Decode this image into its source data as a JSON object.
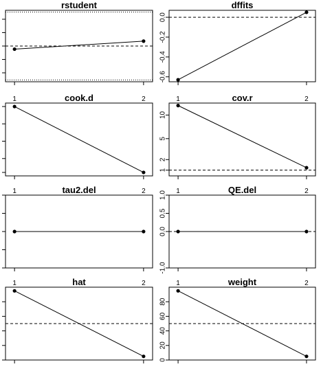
{
  "chart_data": [
    {
      "type": "line",
      "title": "rstudent",
      "x": [
        1,
        2
      ],
      "series": [
        {
          "values": [
            -0.35,
            0.55
          ]
        }
      ],
      "xlim": [
        0.93,
        2.07
      ],
      "ylim": [
        -4.0,
        4.0
      ],
      "ref_lines": [
        {
          "y": 0,
          "style": "dashed"
        },
        {
          "y": 3.8,
          "style": "dotted"
        },
        {
          "y": -3.8,
          "style": "dotted"
        }
      ],
      "yticks": [
        -3,
        -1.5,
        0,
        1.5,
        3
      ],
      "ytick_labels": [],
      "xticks": [
        1,
        2
      ],
      "xtick_labels": []
    },
    {
      "type": "line",
      "title": "dffits",
      "x": [
        1,
        2
      ],
      "series": [
        {
          "values": [
            -0.63,
            0.05
          ]
        }
      ],
      "xlim": [
        0.93,
        2.07
      ],
      "ylim": [
        -0.65,
        0.07
      ],
      "ref_lines": [
        {
          "y": 0,
          "style": "dashed"
        }
      ],
      "yticks": [
        0.0,
        -0.2,
        -0.4,
        -0.6
      ],
      "ytick_labels": [
        "0.0",
        "-0.2",
        "-0.4",
        "-0.6"
      ],
      "xticks": [
        1,
        2
      ],
      "xtick_labels": []
    },
    {
      "type": "line",
      "title": "cook.d",
      "x": [
        1,
        2
      ],
      "series": [
        {
          "values": [
            10.0,
            0.5
          ]
        }
      ],
      "xlim": [
        0.93,
        2.07
      ],
      "ylim": [
        0.0,
        10.5
      ],
      "ref_lines": [],
      "yticks": [
        0.5,
        2.5,
        5,
        7.5,
        10
      ],
      "ytick_labels": [],
      "xticks": [
        1,
        2
      ],
      "xtick_labels": [
        "1",
        "2"
      ]
    },
    {
      "type": "line",
      "title": "cov.r",
      "x": [
        1,
        2
      ],
      "series": [
        {
          "values": [
            12.5,
            1.2
          ]
        }
      ],
      "xlim": [
        0.93,
        2.07
      ],
      "ylim": [
        0.6,
        13.2
      ],
      "ref_lines": [
        {
          "y": 1,
          "style": "dashed"
        }
      ],
      "yticks": [
        1,
        2,
        5,
        10
      ],
      "ytick_labels": [
        "1",
        "2",
        "5",
        "10"
      ],
      "xticks": [
        1,
        2
      ],
      "xtick_labels": [
        "1",
        "2"
      ]
    },
    {
      "type": "line",
      "title": "tau2.del",
      "x": [
        1,
        2
      ],
      "series": [
        {
          "values": [
            0,
            0
          ]
        }
      ],
      "xlim": [
        0.93,
        2.07
      ],
      "ylim": [
        -1.0,
        1.0
      ],
      "ref_lines": [],
      "yticks": [
        -1,
        -0.5,
        0,
        0.5,
        1
      ],
      "ytick_labels": [],
      "xticks": [
        1,
        2
      ],
      "xtick_labels": [
        "1",
        "2"
      ]
    },
    {
      "type": "line",
      "title": "QE.del",
      "x": [
        1,
        2
      ],
      "series": [
        {
          "values": [
            0,
            0
          ]
        }
      ],
      "xlim": [
        0.93,
        2.07
      ],
      "ylim": [
        -1.0,
        1.0
      ],
      "ref_lines": [
        {
          "y": 0,
          "style": "dashed"
        }
      ],
      "yticks": [
        1.0,
        0.5,
        0.0,
        -1.0
      ],
      "ytick_labels": [
        "1.0",
        "0.5",
        "0.0",
        "-1.0"
      ],
      "xticks": [
        1,
        2
      ],
      "xtick_labels": [
        "1",
        "2"
      ]
    },
    {
      "type": "line",
      "title": "hat",
      "x": [
        1,
        2
      ],
      "series": [
        {
          "values": [
            95,
            5
          ]
        }
      ],
      "xlim": [
        0.93,
        2.07
      ],
      "ylim": [
        0,
        100
      ],
      "ref_lines": [
        {
          "y": 50,
          "style": "dashed"
        }
      ],
      "yticks": [
        0,
        20,
        40,
        60,
        80
      ],
      "ytick_labels": [],
      "xticks": [
        1,
        2
      ],
      "xtick_labels": [
        "1",
        "2"
      ]
    },
    {
      "type": "line",
      "title": "weight",
      "x": [
        1,
        2
      ],
      "series": [
        {
          "values": [
            95,
            5
          ]
        }
      ],
      "xlim": [
        0.93,
        2.07
      ],
      "ylim": [
        0,
        100
      ],
      "ref_lines": [
        {
          "y": 50,
          "style": "dashed"
        }
      ],
      "yticks": [
        0,
        20,
        40,
        60,
        80
      ],
      "ytick_labels": [
        "0",
        "20",
        "40",
        "60",
        "80"
      ],
      "xticks": [
        1,
        2
      ],
      "xtick_labels": [
        "1",
        "2"
      ]
    }
  ]
}
